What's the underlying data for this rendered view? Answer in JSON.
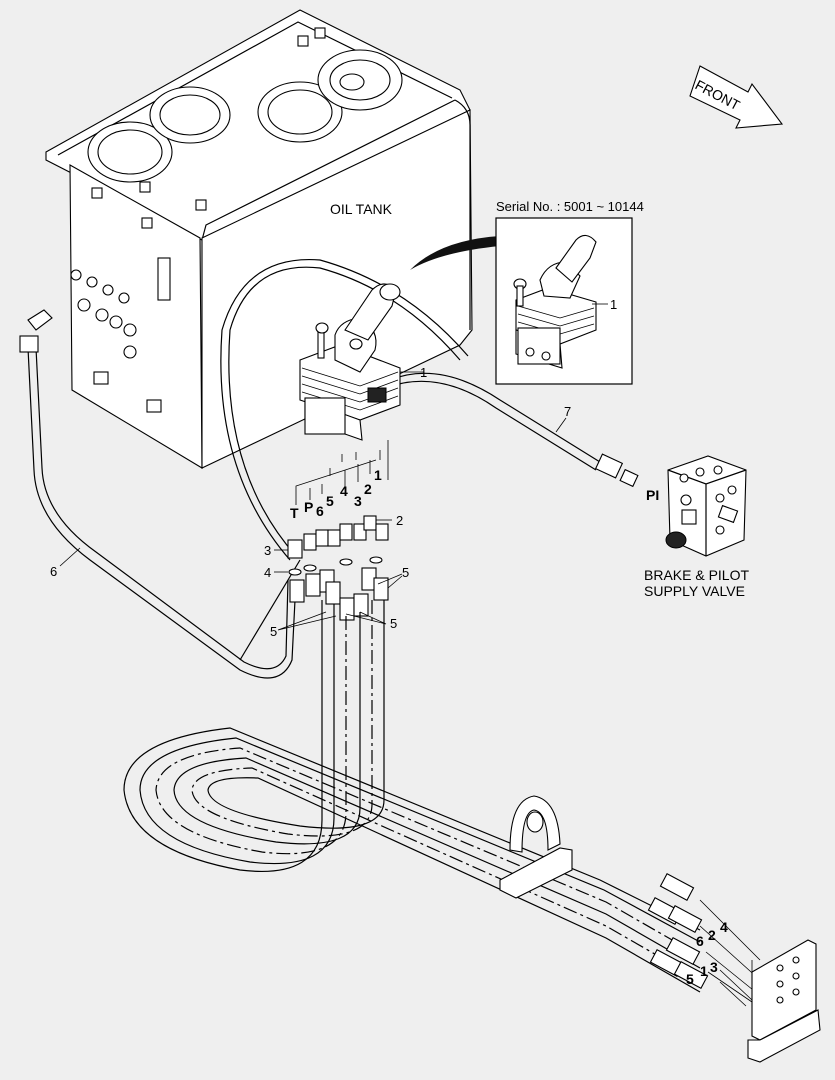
{
  "labels": {
    "oil_tank": "OIL TANK",
    "front": "FRONT",
    "serial": "Serial No. : 5001 ~ 10144",
    "valve_line1": "BRAKE & PILOT",
    "valve_line2": "SUPPLY VALVE",
    "port_pi": "PI"
  },
  "callouts": {
    "item_1": "1",
    "item_2": "2",
    "item_3": "3",
    "item_4": "4",
    "item_5": "5",
    "item_6": "6",
    "item_7": "7"
  },
  "port_markers": {
    "T": "T",
    "P": "P",
    "n6": "6",
    "n5": "5",
    "n4": "4",
    "n3": "3",
    "n2": "2",
    "n1": "1"
  },
  "end_numbers": {
    "e4": "4",
    "e2": "2",
    "e6": "6",
    "e3": "3",
    "e1": "1",
    "e5": "5"
  }
}
